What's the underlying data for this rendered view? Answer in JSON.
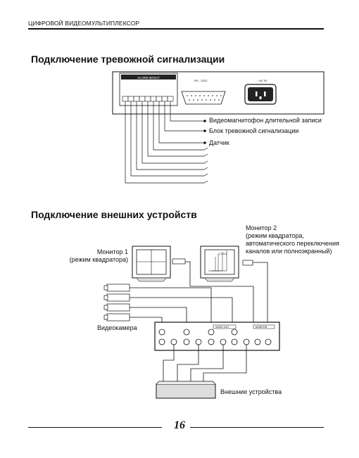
{
  "header": {
    "title": "ЦИФРОВОЙ ВИДЕОМУЛЬТИПЛЕКСОР"
  },
  "section1": {
    "title": "Подключение тревожной сигнализации",
    "panel_label": "ALARM IN/OUT",
    "rs_label": "RS - 232C",
    "ac_label": "~ AC IN",
    "labels": [
      "Видеомагнитофон длительной записи",
      "Блок тревожной сигнализации",
      "Датчик"
    ]
  },
  "section2": {
    "title": "Подключение внешних устройств",
    "monitor1": [
      "Монитор 1",
      "(режим квадратора)"
    ],
    "monitor2": [
      "Монитор 2",
      "(режим квадратора,",
      "автоматического переключения",
      "каналов или полноэкранный)"
    ],
    "monitor2_screen": "1 2 3 4",
    "camera_label": "Видеокамера",
    "external_label": "Внешние устройства",
    "video_out": "VIDEO OUT",
    "monitor_out": "MONITOR"
  },
  "footer": {
    "page_number": "16"
  }
}
